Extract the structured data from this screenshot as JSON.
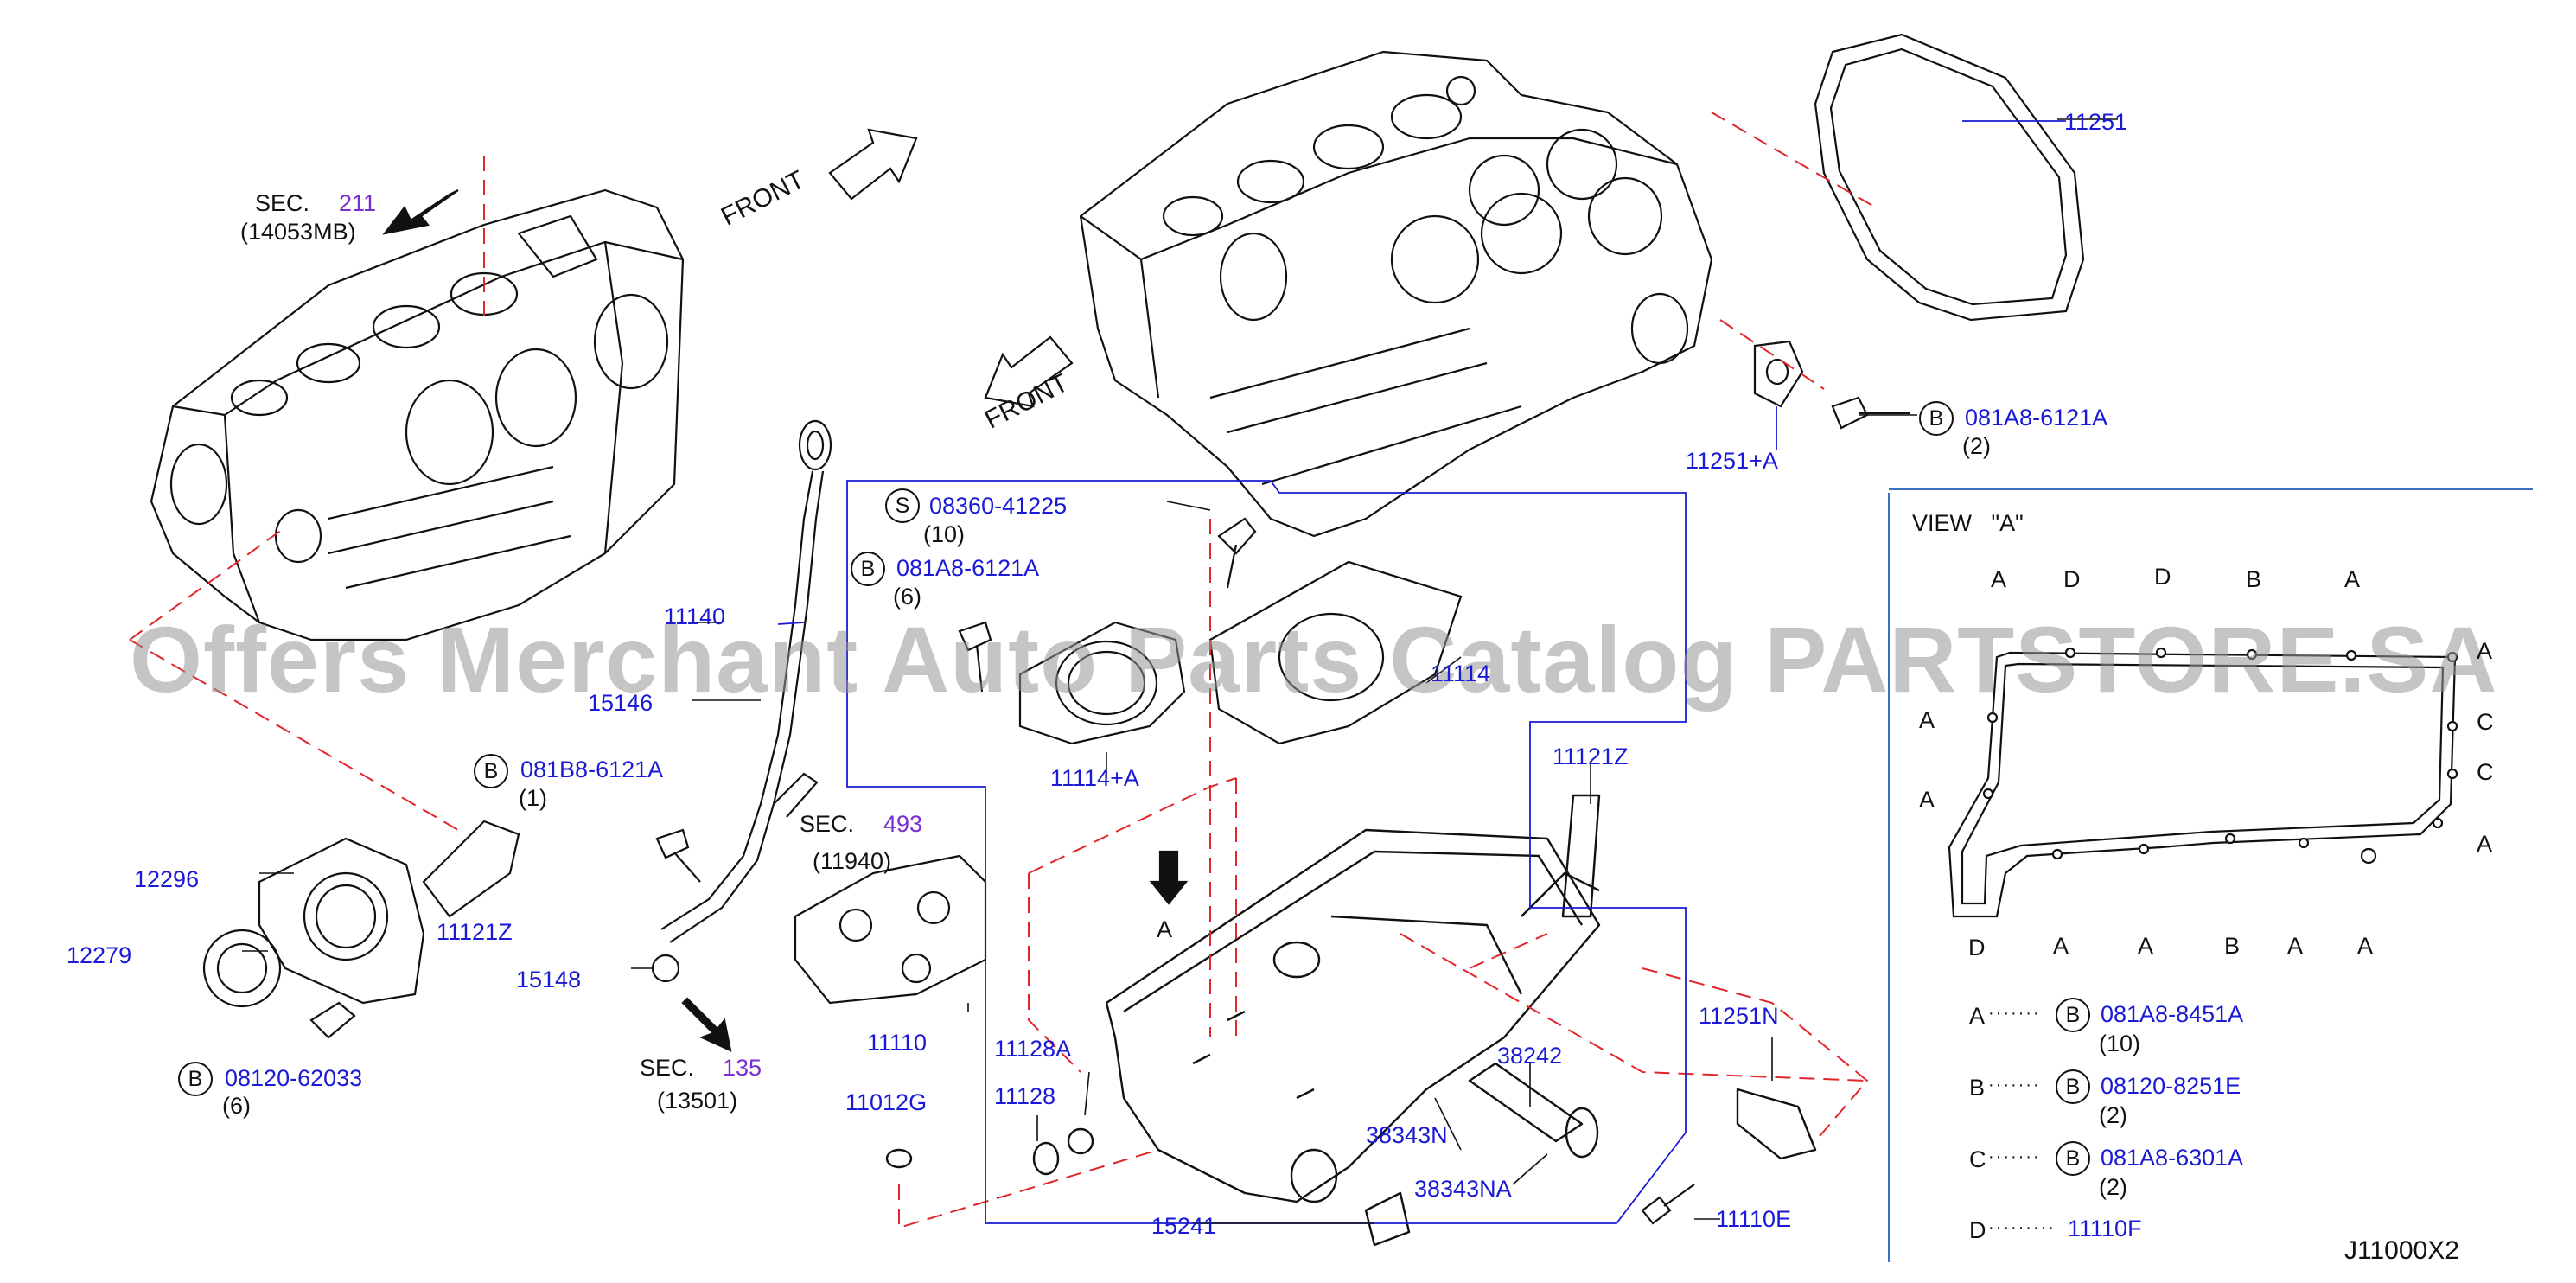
{
  "diagram_code": "J11000X2",
  "watermark": "Offers Merchant Auto Parts Catalog PARTSTORE.SA",
  "front_labels": [
    "FRONT",
    "FRONT"
  ],
  "view_a": {
    "title": "VIEW   \"A\"",
    "arrow_letter": "A",
    "top_letters": [
      "A",
      "D",
      "D",
      "B",
      "A"
    ],
    "right_letters": [
      "A",
      "C",
      "C",
      "A"
    ],
    "left_letters": [
      "A",
      "A"
    ],
    "bottom_letters": [
      "D",
      "A",
      "A",
      "B",
      "A",
      "A"
    ],
    "legend": [
      {
        "key": "A",
        "badge": "B",
        "part": "081A8-8451A",
        "qty": "(10)"
      },
      {
        "key": "B",
        "badge": "B",
        "part": "08120-8251E",
        "qty": "(2)"
      },
      {
        "key": "C",
        "badge": "B",
        "part": "081A8-6301A",
        "qty": "(2)"
      },
      {
        "key": "D",
        "part": "11110F"
      }
    ]
  },
  "sections": {
    "sec211": {
      "prefix": "SEC.",
      "num": "211",
      "ref": "(14053MB)"
    },
    "sec493": {
      "prefix": "SEC.",
      "num": "493",
      "ref": "(11940)"
    },
    "sec135": {
      "prefix": "SEC.",
      "num": "135",
      "ref": "(13501)"
    }
  },
  "bolts": {
    "b_s": {
      "badge": "S",
      "part": "08360-41225",
      "qty": "(10)"
    },
    "b_b1": {
      "badge": "B",
      "part": "081A8-6121A",
      "qty": "(6)"
    },
    "b_b2": {
      "badge": "B",
      "part": "081B8-6121A",
      "qty": "(1)"
    },
    "b_b3": {
      "badge": "B",
      "part": "08120-62033",
      "qty": "(6)"
    },
    "b_b4": {
      "badge": "B",
      "part": "081A8-6121A",
      "qty": "(2)"
    }
  },
  "parts": {
    "p11251": "11251",
    "p11251a": "11251+A",
    "p11140": "11140",
    "p15146": "15146",
    "p11114a": "11114+A",
    "p11114": "11114",
    "p11121z_r": "11121Z",
    "p12296": "12296",
    "p11121z_l": "11121Z",
    "p12279": "12279",
    "p15148": "15148",
    "p11110": "11110",
    "p11128a": "11128A",
    "p11012g": "11012G",
    "p11128": "11128",
    "p11251n": "11251N",
    "p38242": "38242",
    "p38343n": "38343N",
    "p38343na": "38343NA",
    "p15241": "15241",
    "p11110e": "11110E"
  }
}
